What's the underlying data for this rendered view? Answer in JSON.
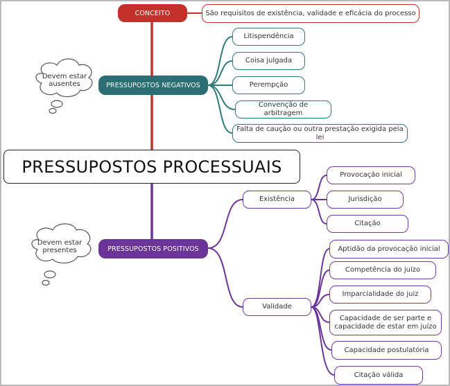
{
  "central": {
    "title": "PRESSUPOSTOS PROCESSUAIS"
  },
  "conceito": {
    "label": "CONCEITO",
    "definition": "São requisitos de existência, validade e eficácia do processo"
  },
  "negativos": {
    "label": "PRESSUPOSTOS NEGATIVOS",
    "note": "Devem estar ausentes",
    "items": [
      "Litispendência",
      "Coisa julgada",
      "Perempção",
      "Convenção de arbitragem",
      "Falta de caução ou outra prestação exigida pela lei"
    ]
  },
  "positivos": {
    "label": "PRESSUPOSTOS POSITIVOS",
    "note": "Devem estar presentes",
    "existencia": {
      "label": "Existência",
      "items": [
        "Provocação inicial",
        "Jurisdição",
        "Citação"
      ]
    },
    "validade": {
      "label": "Validade",
      "items": [
        "Aptidão da provocação inicial",
        "Competência do juízo",
        "Imparcialidade do juiz",
        "Capacidade de ser parte e capacidade de estar em juízo",
        "Capacidade postulatória",
        "Citação válida"
      ]
    }
  },
  "colors": {
    "red": "#c4312a",
    "teal": "#2b6e74",
    "purple": "#6b3598",
    "outline": "#222222"
  }
}
